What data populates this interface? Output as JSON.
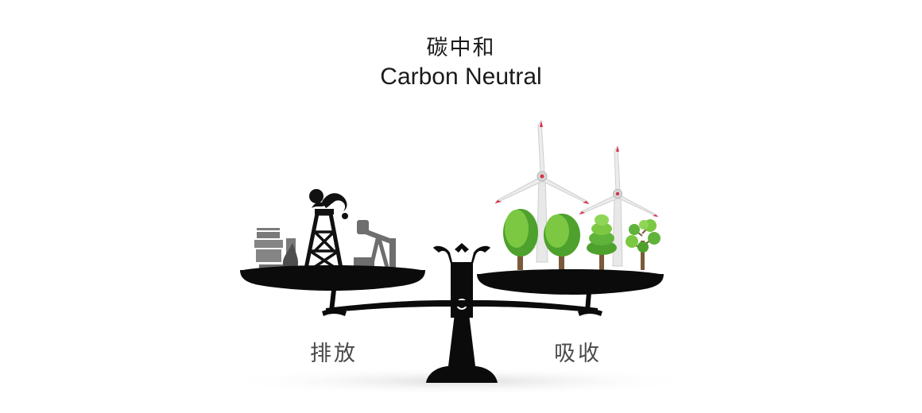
{
  "title": {
    "chinese": "碳中和",
    "english": "Carbon Neutral"
  },
  "labels": {
    "emission": "排放",
    "absorption": "吸收"
  },
  "colors": {
    "scale": "#0b0b0b",
    "fossil": "#7a7a7a",
    "tree_light": "#7cc843",
    "tree_dark": "#4ea12c",
    "trunk": "#7a5a3a",
    "turbine": "#e6e6e6",
    "turbine_accent": "#d7334a"
  }
}
